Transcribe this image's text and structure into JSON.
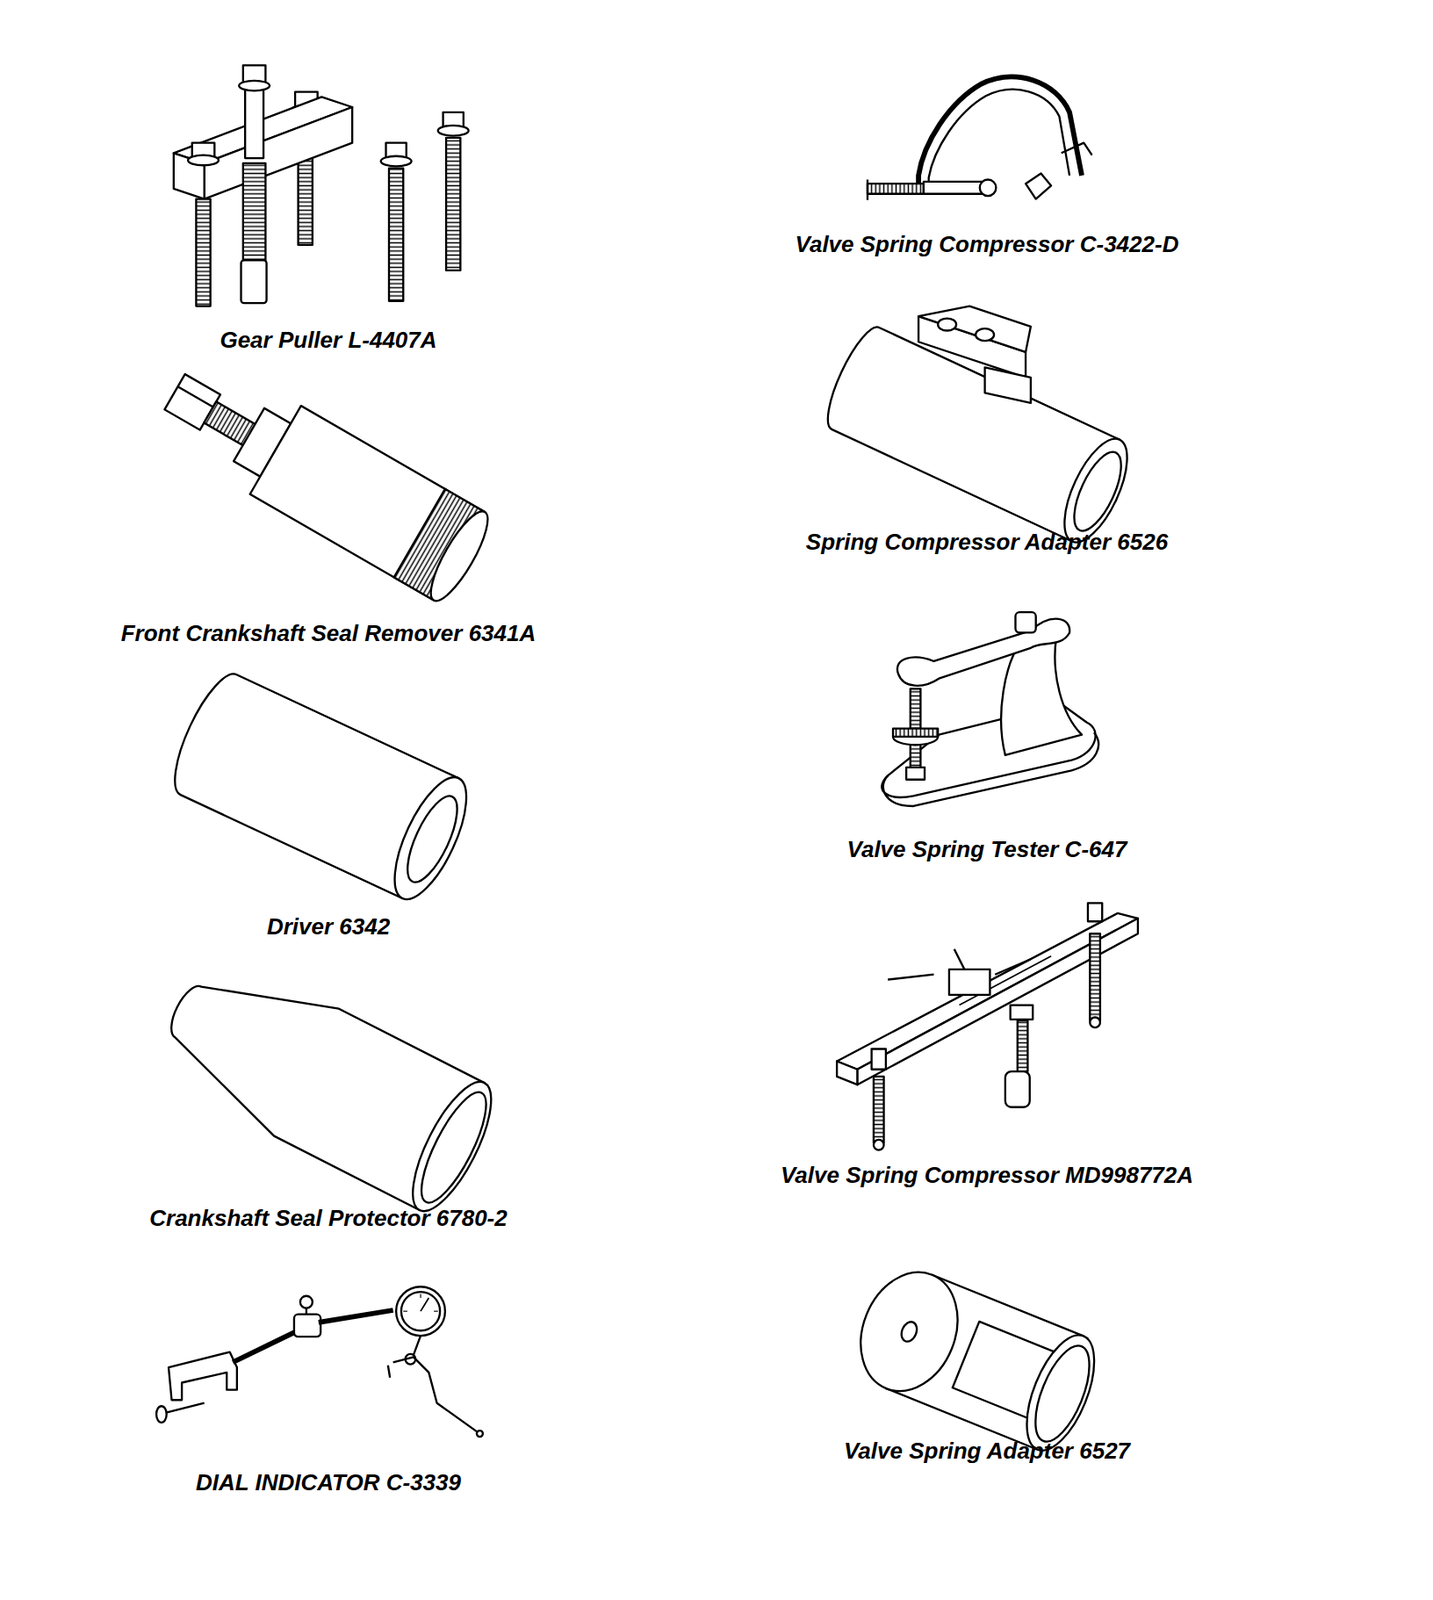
{
  "diagram": {
    "labels": [
      "Gear Puller L-4407A",
      "Front Crankshaft Seal Remover 6341A",
      "Driver 6342",
      "Crankshaft Seal Protector 6780-2",
      "DIAL INDICATOR C-3339",
      "Valve Spring Compressor C-3422-D",
      "Spring Compressor Adapter 6526",
      "Valve Spring Tester C-647",
      "Valve Spring Compressor MD998772A",
      "Valve Spring Adapter 6527"
    ]
  }
}
